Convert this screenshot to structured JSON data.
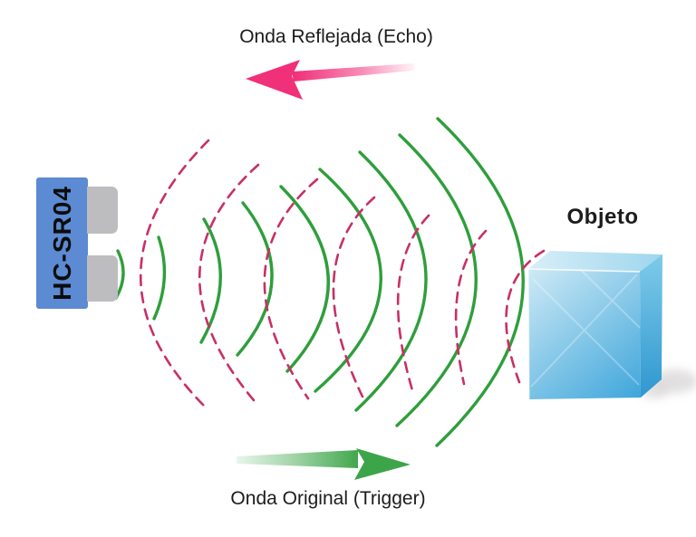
{
  "labels": {
    "echo_wave": "Onda Reflejada (Echo)",
    "trigger_wave": "Onda Original (Trigger)",
    "object": "Objeto",
    "sensor": "HC-SR04"
  },
  "colors": {
    "wave-green": "#2f9e3c",
    "wave-pink": "#c73066",
    "arrow-pink": "#f1307a",
    "arrow-green": "#3da549",
    "sensor-blue": "#5c8ad3",
    "transducer-gray": "#bdbdbf",
    "label-black": "#1c1c1c",
    "cube-top-light": "#d8eef8",
    "cube-top-dark": "#9ed6ee",
    "cube-front-light": "#cfeaf6",
    "cube-front-dark": "#41a7db",
    "cube-right-light": "#7ecbe9",
    "cube-right-dark": "#2f97d0",
    "shadow-gray": "#c9c6c6"
  },
  "waves": {
    "trigger": {
      "style": "solid",
      "color_ref": "wave-green",
      "width": 3.4,
      "dash": "",
      "item_name": "trigger-wavefront-arc",
      "arcs": [
        [
          130,
          277,
          143,
          303,
          128,
          329
        ],
        [
          175,
          262,
          190,
          307,
          170,
          352
        ],
        [
          225,
          242,
          263,
          306,
          222,
          378
        ],
        [
          268,
          224,
          335,
          308,
          262,
          392
        ],
        [
          310,
          206,
          411,
          308,
          317,
          410
        ],
        [
          353,
          187,
          490,
          309,
          348,
          432
        ],
        [
          397,
          168,
          545,
          310,
          393,
          453
        ],
        [
          441,
          149,
          611,
          311,
          438,
          470
        ],
        [
          483,
          131,
          672,
          311,
          482,
          492
        ]
      ]
    },
    "echo": {
      "style": "dashed",
      "color_ref": "wave-pink",
      "width": 2.6,
      "dash": "11 8",
      "item_name": "echo-wavefront-arc",
      "arcs": [
        [
          230,
          155,
          83,
          303,
          225,
          448
        ],
        [
          285,
          182,
          158,
          296,
          280,
          442
        ],
        [
          350,
          198,
          239,
          293,
          340,
          440
        ],
        [
          413,
          218,
          330,
          292,
          400,
          438
        ],
        [
          473,
          238,
          416,
          298,
          455,
          431
        ],
        [
          536,
          255,
          486,
          307,
          512,
          424
        ],
        [
          600,
          277,
          534,
          317,
          573,
          422
        ]
      ]
    }
  }
}
